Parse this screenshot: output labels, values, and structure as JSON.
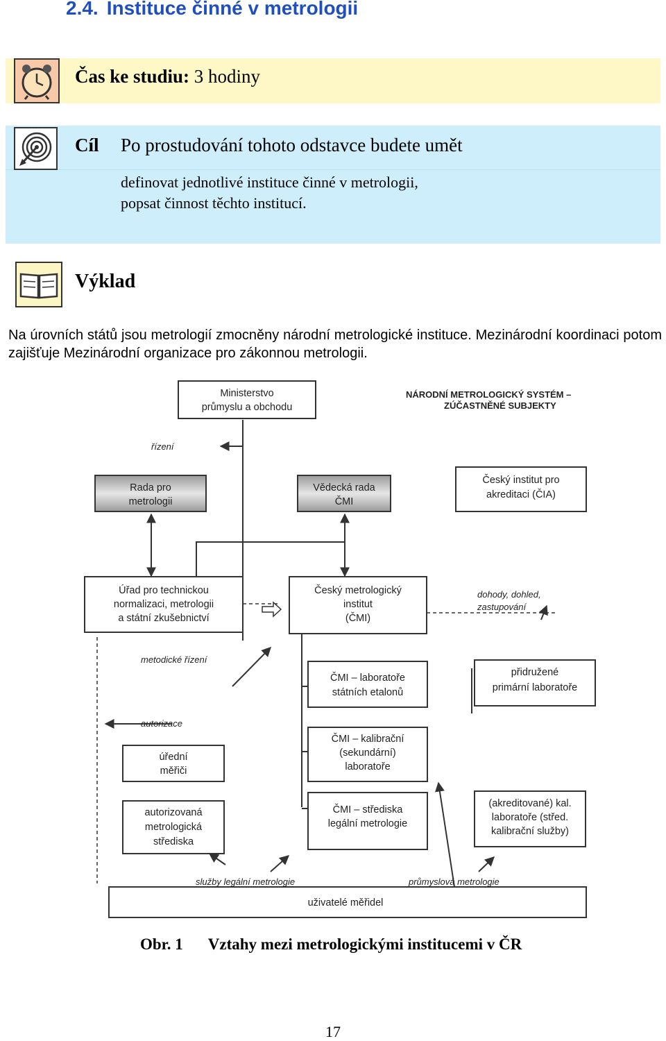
{
  "heading": {
    "number": "2.4.",
    "title": "Instituce činné v metrologii"
  },
  "study": {
    "label": "Čas ke studiu:",
    "value": "3 hodiny"
  },
  "goal": {
    "label": "Cíl",
    "title": "Po prostudování tohoto odstavce budete umět",
    "items": [
      "definovat jednotlivé instituce činné v metrologii,",
      "popsat činnost těchto institucí."
    ]
  },
  "section": {
    "title": "Výklad"
  },
  "paragraph": "Na úrovních států jsou metrologií zmocněny národní metrologické instituce. Mezinárodní koordinaci potom zajišťuje Mezinárodní organizace pro zákonnou metrologii.",
  "diagram": {
    "title_lines": [
      "NÁRODNÍ METROLOGICKÝ SYSTÉM –",
      "ZÚČASTNĚNÉ SUBJEKTY"
    ],
    "nodes": {
      "ministry": [
        "Ministerstvo",
        "průmyslu a obchodu"
      ],
      "council": [
        "Rada pro",
        "metrologii"
      ],
      "sci_council": [
        "Vědecká rada",
        "ČMI"
      ],
      "cia": [
        "Český institut pro",
        "akreditaci (ČIA)"
      ],
      "unmz": [
        "Úřad pro technickou",
        "normalizaci, metrologii",
        "a státní zkušebnictví"
      ],
      "cmi": [
        "Český metrologický",
        "institut",
        "(ČMI)"
      ],
      "lab_etalon": [
        "ČMI – laboratoře",
        "státních etalonů"
      ],
      "primary_labs": [
        "přidružené",
        "primární laboratoře"
      ],
      "lab_calib": [
        "ČMI – kalibrační",
        "(sekundární)",
        "laboratoře"
      ],
      "official": [
        "úřední",
        "měřiči"
      ],
      "authorized": [
        "autorizovaná",
        "metrologická",
        "střediska"
      ],
      "legal_centres": [
        "ČMI – střediska",
        "legální metrologie"
      ],
      "accredited": [
        "(akreditované) kal.",
        "laboratoře (střed.",
        "kalibrační služby)"
      ],
      "users": [
        "uživatelé měřidel"
      ]
    },
    "labels": {
      "control": "řízení",
      "agreements": [
        "dohody, dohled,",
        "zastupování"
      ],
      "method": "metodické řízení",
      "authorization": "autorizace",
      "legal_services": "služby legální metrologie",
      "industrial": "průmyslová metrologie"
    },
    "colors": {
      "line": "#333333",
      "dark_fill": "#7a7a7a"
    }
  },
  "caption": {
    "label": "Obr. 1",
    "text": "Vztahy mezi metrologickými institucemi v ČR"
  },
  "page_number": "17"
}
